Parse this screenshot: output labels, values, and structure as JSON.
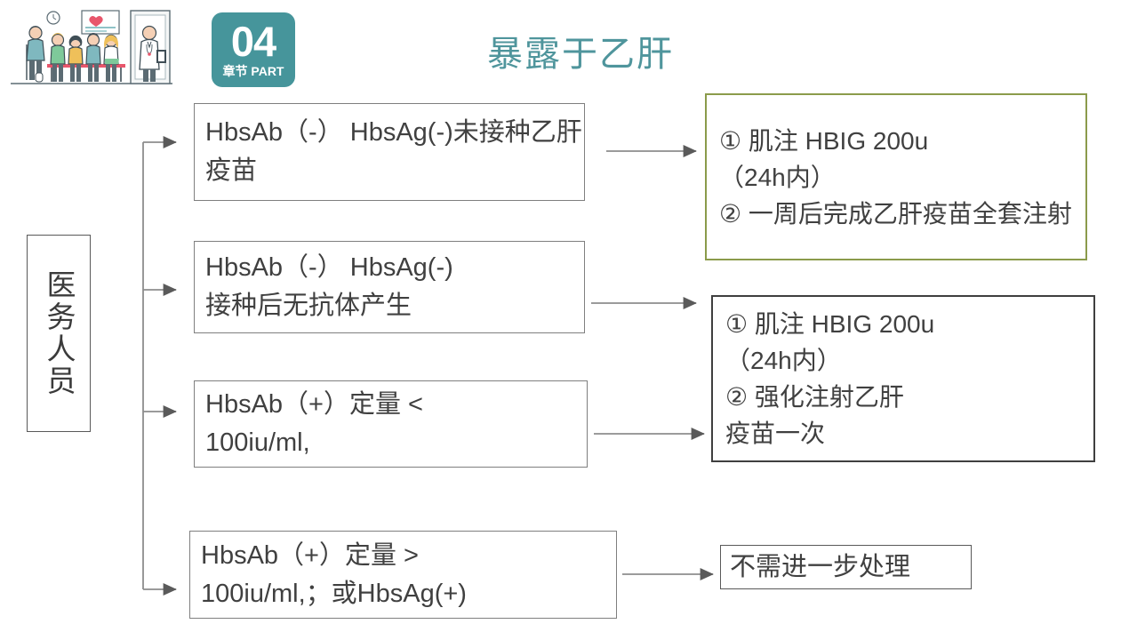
{
  "header": {
    "badge_number": "04",
    "badge_subtitle": "章节 PART",
    "title": "暴露于乙肝",
    "illustration_name": "clinic-waiting-room-illustration",
    "accent_color": "#46959b",
    "title_color": "#4f959c"
  },
  "flow": {
    "source": {
      "label": "医务人员"
    },
    "conditions": [
      {
        "id": "cond-1",
        "text": "HbsAb（-） HbsAg(-)未接种乙肝疫苗"
      },
      {
        "id": "cond-2",
        "text": "HbsAb（-） HbsAg(-)\n接种后无抗体产生"
      },
      {
        "id": "cond-3",
        "text": "HbsAb（+）定量 <\n100iu/ml,"
      },
      {
        "id": "cond-4",
        "text": "HbsAb（+）定量 >\n100iu/ml,；或HbsAg(+)"
      }
    ],
    "results": [
      {
        "id": "result-1",
        "text": "① 肌注 HBIG 200u\n（24h内）\n② 一周后完成乙肝疫苗全套注射",
        "border_color": "#8b9b4b"
      },
      {
        "id": "result-2",
        "text": "① 肌注 HBIG 200u\n（24h内）\n② 强化注射乙肝\n疫苗一次",
        "border_color": "#3f3f3f"
      },
      {
        "id": "result-3",
        "text": "不需进一步处理",
        "border_color": "#595959"
      }
    ]
  }
}
